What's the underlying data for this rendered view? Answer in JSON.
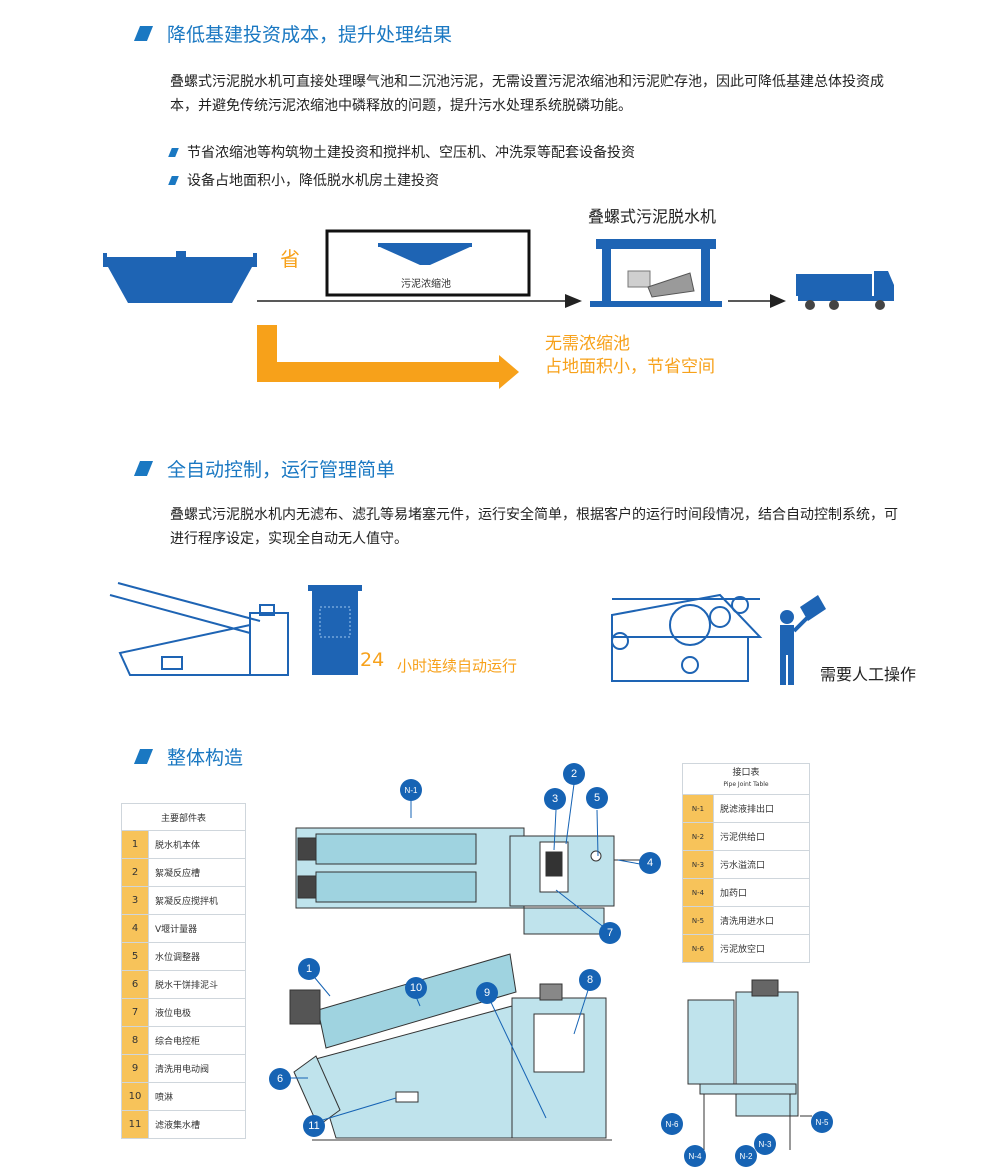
{
  "section1": {
    "title": "降低基建投资成本，提升处理结果",
    "paragraph": "叠螺式污泥脱水机可直接处理曝气池和二沉池污泥，无需设置污泥浓缩池和污泥贮存池，因此可降低基建总体投资成本，并避免传统污泥浓缩池中磷释放的问题，提升污水处理系统脱磷功能。",
    "bullets": [
      "节省浓缩池等构筑物土建投资和搅拌机、空压机、冲洗泵等配套设备投资",
      "设备占地面积小，降低脱水机房土建投资"
    ],
    "diagram": {
      "machine_label": "叠螺式污泥脱水机",
      "save_label": "省",
      "tank_label": "污泥浓缩池",
      "benefit_lines": [
        "无需浓缩池",
        "占地面积小，节省空间"
      ]
    }
  },
  "section2": {
    "title": "全自动控制，运行管理简单",
    "paragraph": "叠螺式污泥脱水机内无滤布、滤孔等易堵塞元件，运行安全简单，根据客户的运行时间段情况，结合自动控制系统，可进行程序设定，实现全自动无人值守。",
    "hours_number": "24",
    "hours_text": "小时连续自动运行",
    "manual_text": "需要人工操作"
  },
  "section3": {
    "title": "整体构造",
    "parts_table": {
      "header": "主要部件表",
      "rows": [
        {
          "num": "1",
          "name": "脱水机本体"
        },
        {
          "num": "2",
          "name": "絮凝反应槽"
        },
        {
          "num": "3",
          "name": "絮凝反应搅拌机"
        },
        {
          "num": "4",
          "name": "V堰计量器"
        },
        {
          "num": "5",
          "name": "水位调整器"
        },
        {
          "num": "6",
          "name": "脱水干饼排泥斗"
        },
        {
          "num": "7",
          "name": "液位电极"
        },
        {
          "num": "8",
          "name": "综合电控柜"
        },
        {
          "num": "9",
          "name": "清洗用电动阀"
        },
        {
          "num": "10",
          "name": "喷淋"
        },
        {
          "num": "11",
          "name": "滤液集水槽"
        }
      ]
    },
    "joint_table": {
      "header": "接口表",
      "header_en": "Pipe Joint Table",
      "rows": [
        {
          "num": "N-1",
          "name": "脱滤液排出口"
        },
        {
          "num": "N-2",
          "name": "污泥供给口"
        },
        {
          "num": "N-3",
          "name": "污水溢流口"
        },
        {
          "num": "N-4",
          "name": "加药口"
        },
        {
          "num": "N-5",
          "name": "清洗用进水口"
        },
        {
          "num": "N-6",
          "name": "污泥放空口"
        }
      ]
    },
    "callouts": {
      "top": [
        "N-1",
        "2",
        "3",
        "5",
        "4",
        "7"
      ],
      "side": [
        "1",
        "10",
        "9",
        "8",
        "6",
        "11"
      ],
      "end": [
        "N-6",
        "N-5",
        "N-3",
        "N-4",
        "N-2"
      ]
    }
  },
  "colors": {
    "brand_blue": "#1a78c2",
    "machine_blue": "#1e64b4",
    "accent_orange": "#f7a11a",
    "light_blue": "#bfe3ec"
  }
}
